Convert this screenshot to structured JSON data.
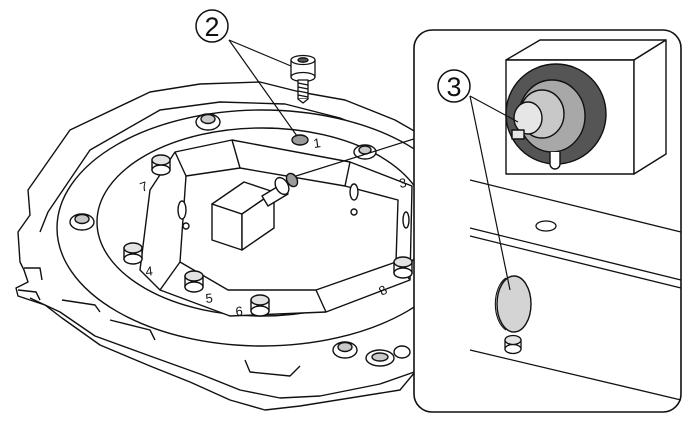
{
  "callouts": {
    "screw": "2",
    "plug": "3"
  },
  "position_numbers": {
    "p1": "1",
    "p3": "3",
    "p4": "4",
    "p5": "5",
    "p6": "6",
    "p7": "7",
    "p8": "8"
  },
  "colors": {
    "line": "#111111",
    "base_fill": "#ffffff",
    "shade": "#c8c8c8",
    "dark_shade": "#555555",
    "plug_fill": "#d4d4d4"
  }
}
